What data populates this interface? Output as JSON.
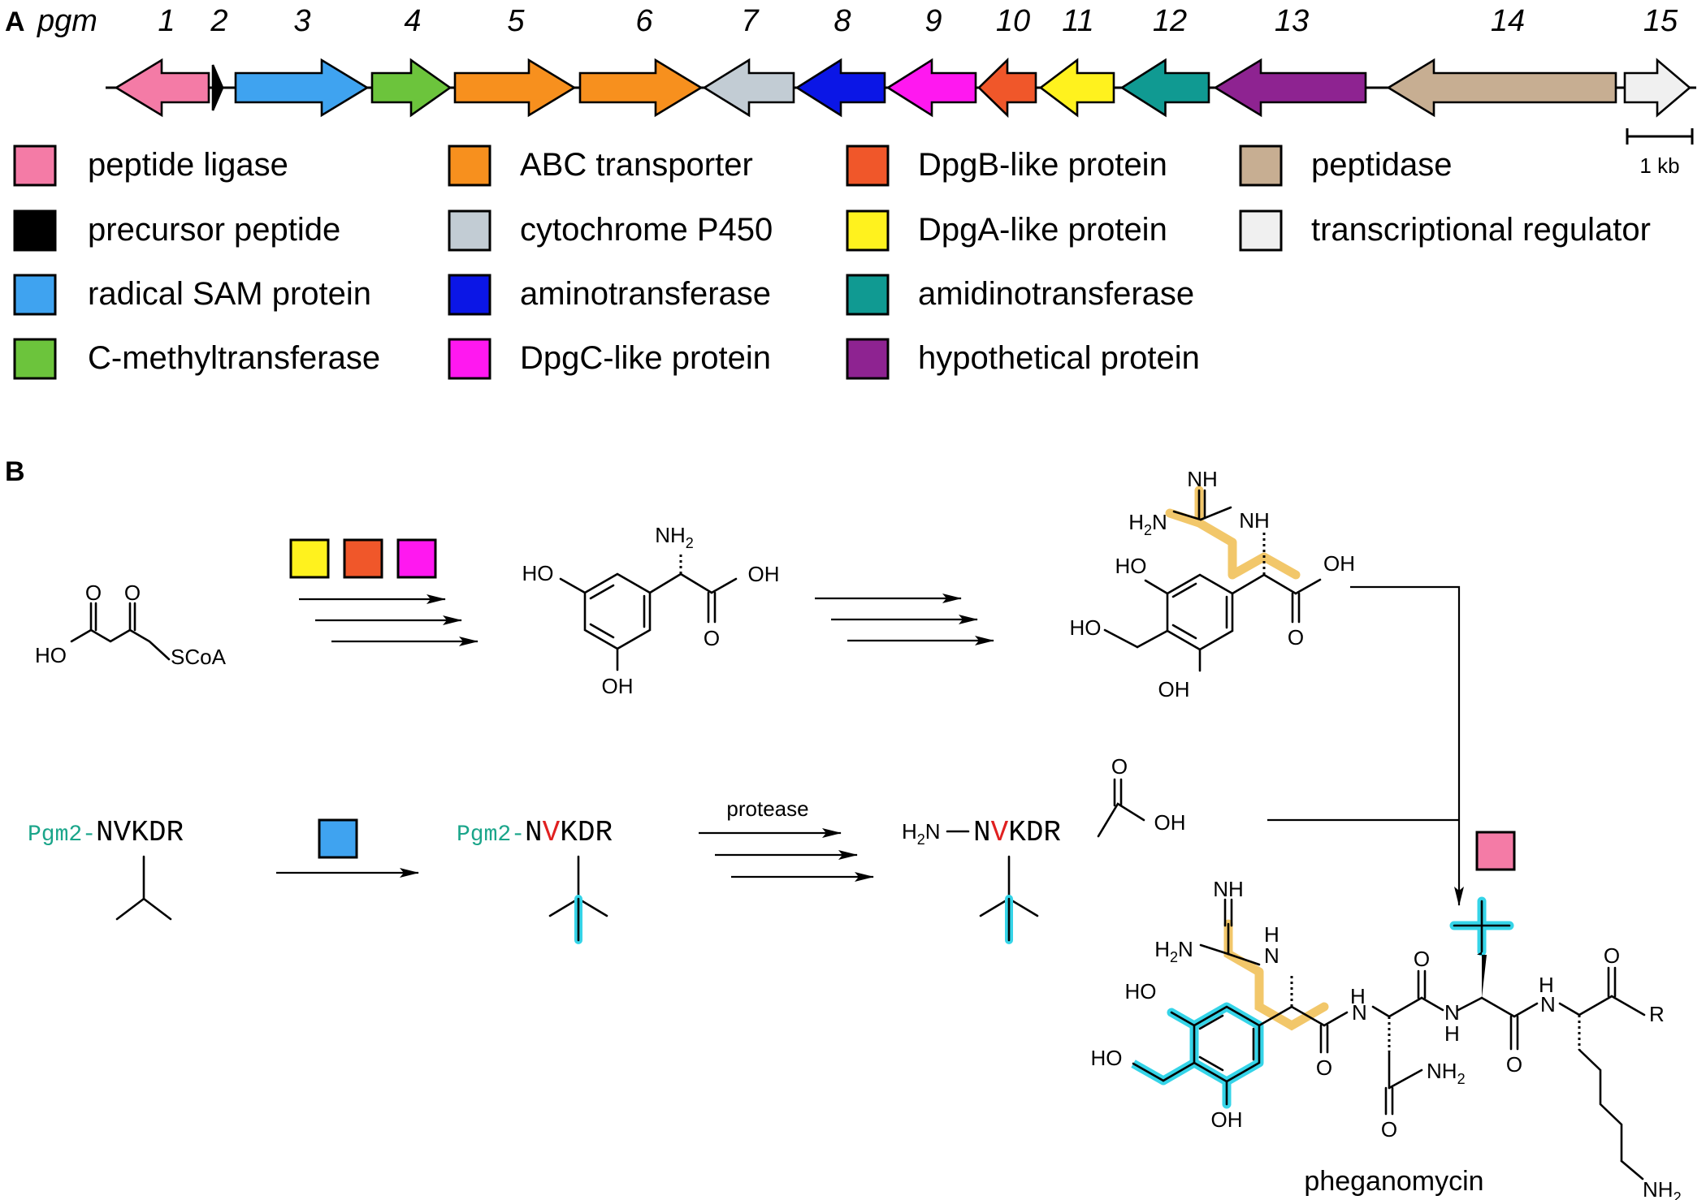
{
  "panel_a": {
    "label": "A",
    "cluster_name": "pgm",
    "scale_bar_label": "1 kb",
    "genes": [
      {
        "num": "1",
        "dir": "left",
        "color": "#f47ba6"
      },
      {
        "num": "2",
        "dir": "right",
        "color": "#000000"
      },
      {
        "num": "3",
        "dir": "right",
        "color": "#3fa3f0"
      },
      {
        "num": "4",
        "dir": "right",
        "color": "#6cc43c"
      },
      {
        "num": "5",
        "dir": "right",
        "color": "#f7901e"
      },
      {
        "num": "6",
        "dir": "right",
        "color": "#f7901e"
      },
      {
        "num": "7",
        "dir": "left",
        "color": "#c2ccd4"
      },
      {
        "num": "8",
        "dir": "left",
        "color": "#0b16e6"
      },
      {
        "num": "9",
        "dir": "left",
        "color": "#ff18f0"
      },
      {
        "num": "10",
        "dir": "left",
        "color": "#f0572a"
      },
      {
        "num": "11",
        "dir": "left",
        "color": "#fff21e"
      },
      {
        "num": "12",
        "dir": "left",
        "color": "#109a92"
      },
      {
        "num": "13",
        "dir": "left",
        "color": "#8e2391"
      },
      {
        "num": "14",
        "dir": "left",
        "color": "#c7ae92"
      },
      {
        "num": "15",
        "dir": "right",
        "color": "#f0f0f0"
      }
    ],
    "legend": [
      {
        "label": "peptide ligase",
        "color": "#f47ba6"
      },
      {
        "label": "precursor peptide",
        "color": "#000000"
      },
      {
        "label": "radical SAM protein",
        "color": "#3fa3f0"
      },
      {
        "label": "C-methyltransferase",
        "color": "#6cc43c"
      },
      {
        "label": "ABC transporter",
        "color": "#f7901e"
      },
      {
        "label": "cytochrome P450",
        "color": "#c2ccd4"
      },
      {
        "label": "aminotransferase",
        "color": "#0b16e6"
      },
      {
        "label": "DpgC-like protein",
        "color": "#ff18f0"
      },
      {
        "label": "DpgB-like protein",
        "color": "#f0572a"
      },
      {
        "label": "DpgA-like protein",
        "color": "#fff21e"
      },
      {
        "label": "amidinotransferase",
        "color": "#109a92"
      },
      {
        "label": "hypothetical protein",
        "color": "#8e2391"
      },
      {
        "label": "peptidase",
        "color": "#c7ae92"
      },
      {
        "label": "transcriptional regulator",
        "color": "#f0f0f0"
      }
    ]
  },
  "panel_b": {
    "label": "B",
    "highlight_gold": "#f2c76a",
    "highlight_cyan": "#35d4e8",
    "red_residue": "#e02020",
    "pgm2_color": "#1aa58a",
    "atoms": {
      "ho": "HO",
      "oh": "OH",
      "o": "O",
      "scoa": "SCoA",
      "nh": "NH",
      "nh2": "NH",
      "h2n": "H",
      "n": "N",
      "h": "H",
      "r": "R",
      "sub2": "2"
    },
    "peptide": {
      "pgm2": "Pgm2",
      "dash": "-",
      "n": "N",
      "v": "V",
      "kdr": "KDR",
      "nvkdr": "NVKDR"
    },
    "protease_label": "protease",
    "product_name": "pheganomycin"
  }
}
